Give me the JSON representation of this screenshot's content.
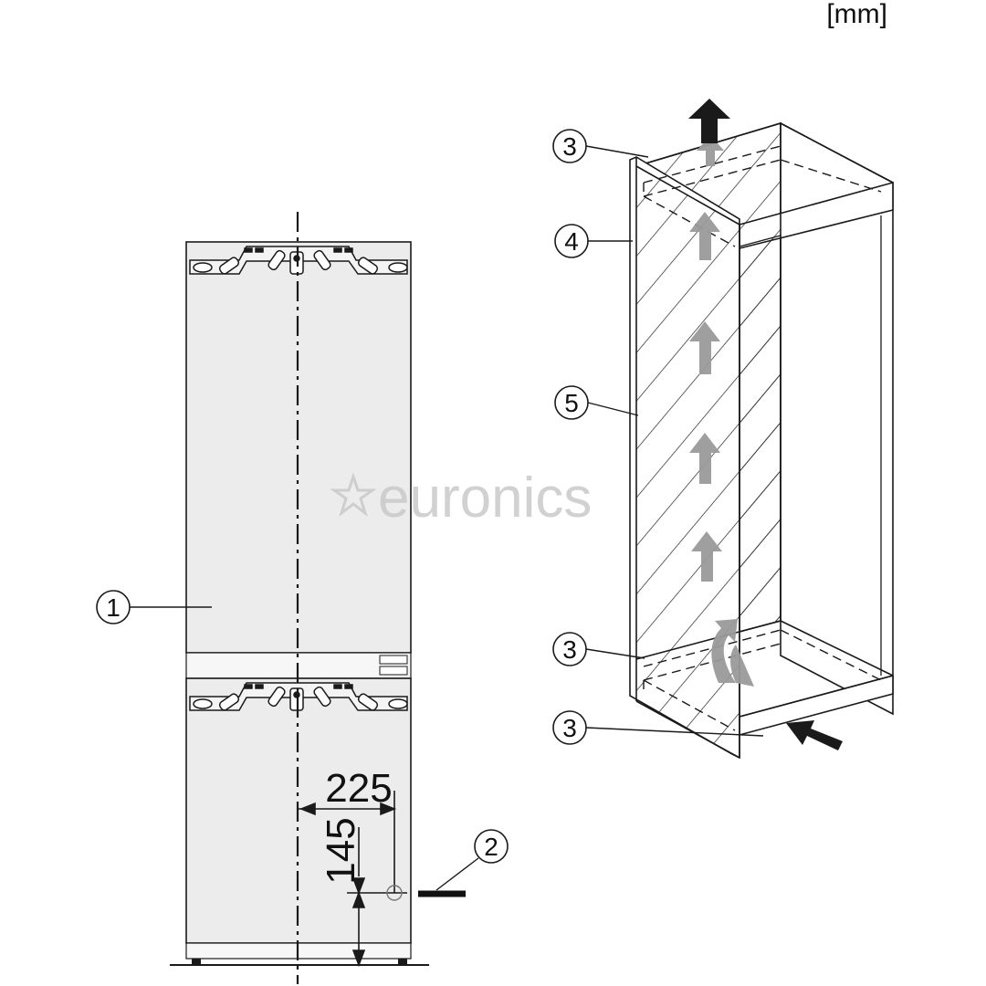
{
  "units": "[mm]",
  "watermark": "euronics",
  "callouts": {
    "c1": "1",
    "c2": "2",
    "c3a": "3",
    "c3b": "3",
    "c3c": "3",
    "c4": "4",
    "c5": "5"
  },
  "dimensions": {
    "horizontal": "225",
    "vertical": "145"
  },
  "colors": {
    "appliance_fill": "#ececec",
    "line": "#1a1a1a",
    "airflow_arrow": "#9a9a9a",
    "watermark": "#c9c9c9"
  },
  "icons": [
    "star-icon",
    "airflow-arrow-icon",
    "air-inlet-arrow-icon",
    "air-outlet-arrow-icon"
  ]
}
